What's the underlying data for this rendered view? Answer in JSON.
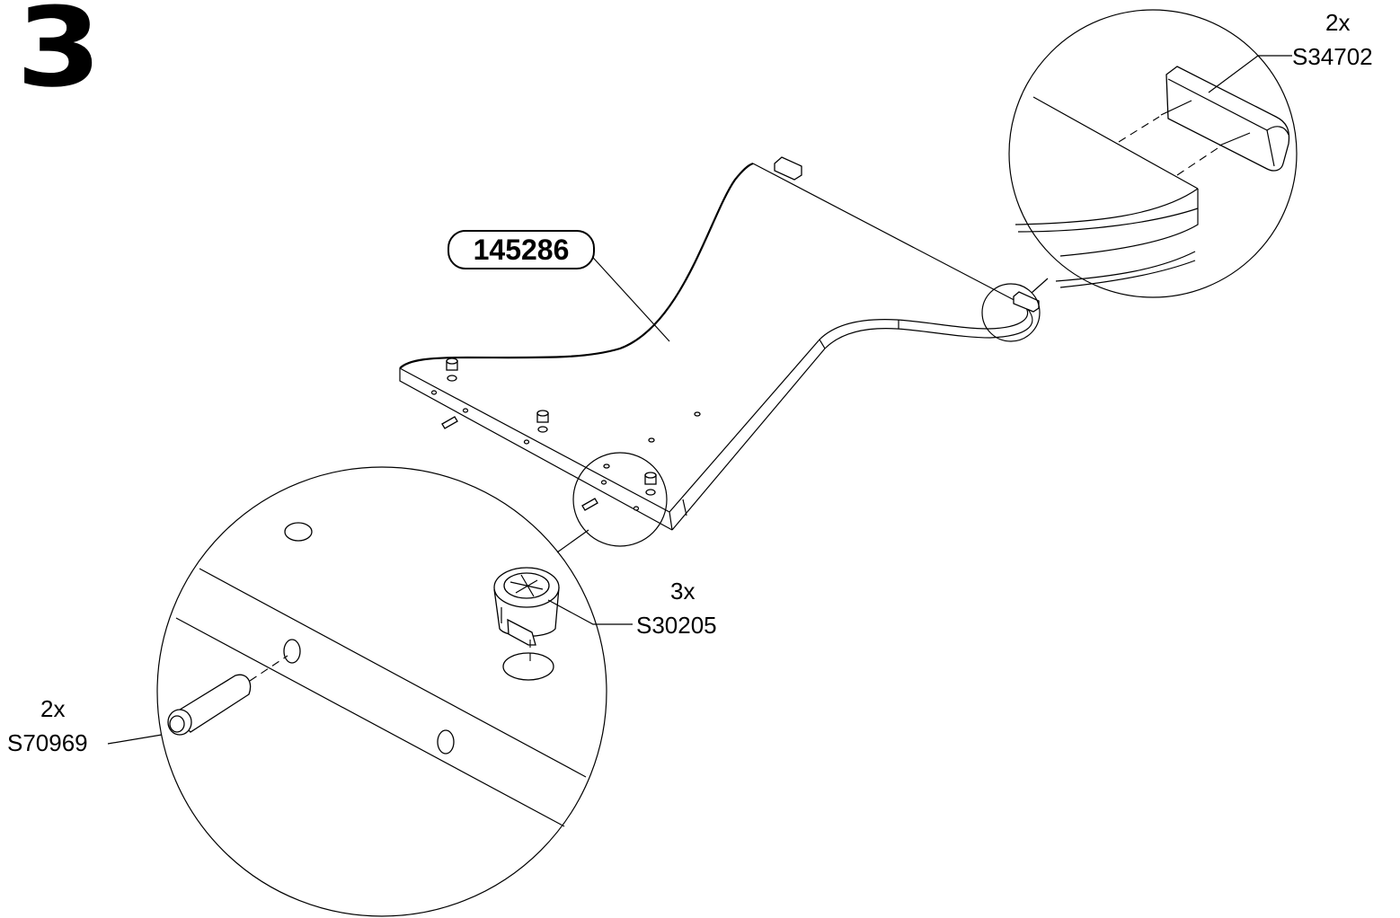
{
  "step": {
    "number": "3"
  },
  "panel": {
    "part_number": "145286"
  },
  "callouts": {
    "top_right": {
      "qty": "2x",
      "code": "S34702"
    },
    "cam_lock": {
      "qty": "3x",
      "code": "S30205"
    },
    "dowel": {
      "qty": "2x",
      "code": "S70969"
    }
  }
}
